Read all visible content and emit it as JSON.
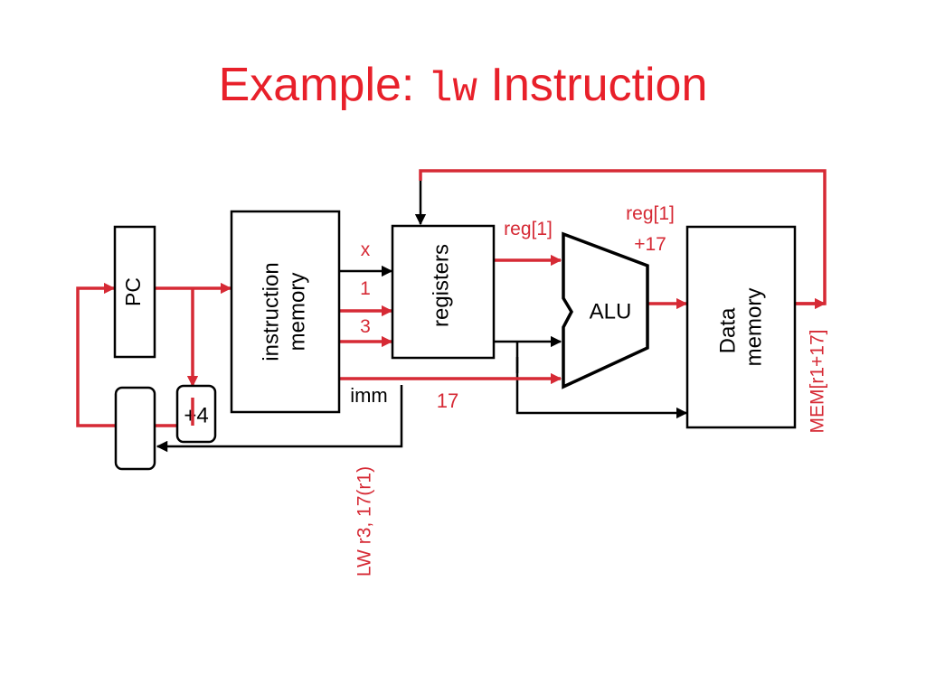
{
  "title": {
    "prefix": "Example: ",
    "code": "lw",
    "suffix": " Instruction"
  },
  "colors": {
    "title": "#e8202a",
    "datapath_highlight": "#d62a35",
    "datapath_normal": "#000000",
    "label_red": "#d62a35"
  },
  "blocks": {
    "pc": "PC",
    "instruction_memory_line1": "instruction",
    "instruction_memory_line2": "memory",
    "registers": "registers",
    "alu": "ALU",
    "data_memory_line1": "Data",
    "data_memory_line2": "memory",
    "adder": "+4"
  },
  "labels": {
    "field_x": "x",
    "field_1": "1",
    "field_3": "3",
    "imm": "imm",
    "imm_value": "17",
    "alu_input": "reg[1]",
    "alu_output_line1": "reg[1]",
    "alu_output_line2": "+17",
    "memory_output": "MEM[r1+17]",
    "instruction": "LW r3, 17(r1)"
  }
}
